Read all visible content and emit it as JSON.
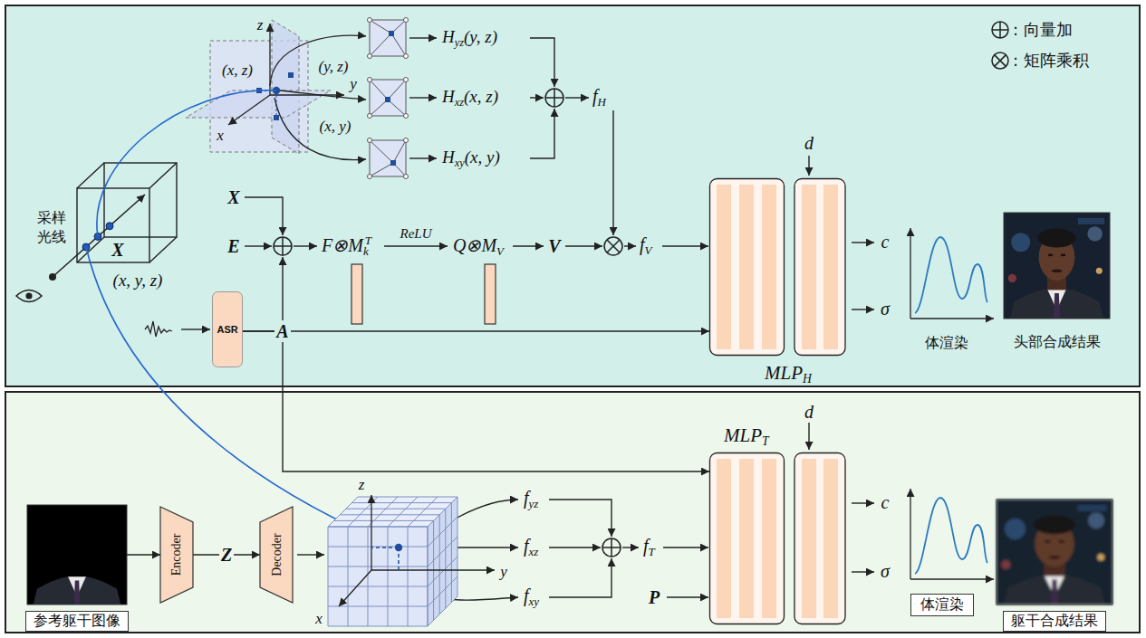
{
  "diagram": {
    "nodes": [
      {
        "text": [
          "ASR"
        ]
      },
      {
        "text": [
          "MLPH"
        ]
      },
      {
        "text": [
          "头部合成结果"
        ]
      },
      {
        "text": [
          "参考躯干图像"
        ]
      },
      {
        "text": [
          "Encoder"
        ]
      },
      {
        "text": [
          "Decoder"
        ]
      },
      {
        "text": [
          "MLPT"
        ]
      },
      {
        "text": [
          "体渲染"
        ]
      },
      {
        "text": [
          "躯干合成结果"
        ]
      }
    ],
    "edges": [
      {
        "from": 3,
        "to": 4,
        "arrow": "to"
      },
      {
        "from": 4,
        "to": 5,
        "label": "Z",
        "arrow": "to"
      },
      {
        "from": 0,
        "to": 1,
        "label": "A",
        "arrow": "to"
      },
      {
        "from": 0,
        "to": 6,
        "arrow": "to"
      }
    ],
    "labels": [
      "z",
      "(x, z)",
      "(y, z)",
      "y",
      "x",
      "(x, y)",
      "Hyz(y, z)",
      "Hxz(x, z)",
      "Hxy(x, y)",
      "fH",
      "采样 光线",
      "X",
      "(x, y, z)",
      "X",
      "E",
      "F⊗MkT",
      "ReLU",
      "Q⊗MV",
      "V",
      "fV",
      "d",
      "c",
      "σ",
      "体渲染",
      "z",
      "y",
      "x",
      "fyz",
      "fxz",
      "fxy",
      "fT",
      "P",
      "d",
      "c",
      "σ"
    ],
    "legend": [
      {
        "text": ": 向量加"
      },
      {
        "text": ": 矩阵乘积"
      }
    ]
  }
}
